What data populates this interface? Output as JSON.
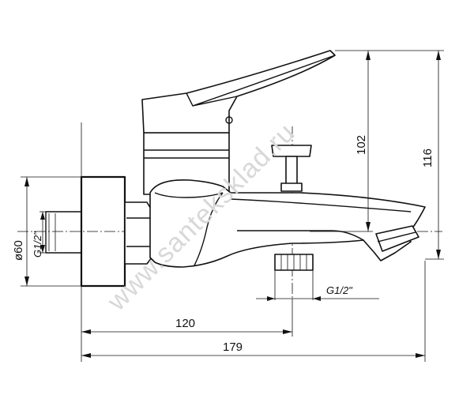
{
  "drawing": {
    "dimensions": {
      "height_lever": "102",
      "height_total": "116",
      "wall_plate_diameter": "ø60",
      "inlet_thread": "G1/2\"",
      "outlet_thread": "G1/2\"",
      "depth_to_outlet": "120",
      "depth_total": "179"
    },
    "watermark": "www.santeksklad.ru"
  }
}
